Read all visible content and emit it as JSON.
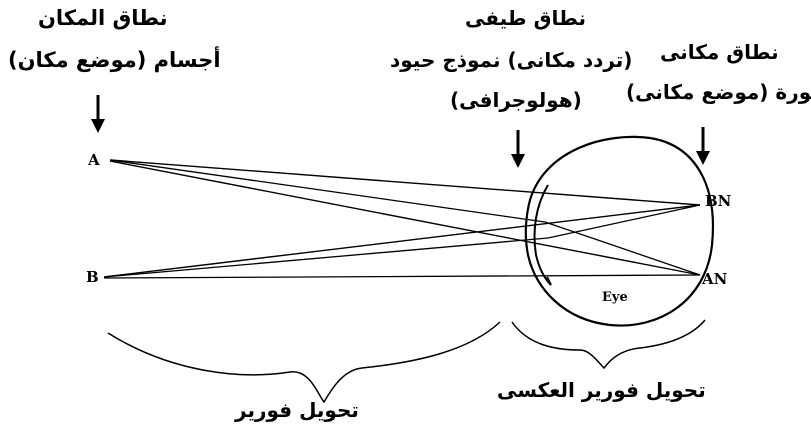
{
  "labels": {
    "object_domain_title": "نطاق المكان",
    "object_domain_sub": "أجسام (موضع مكان)",
    "spectral_domain_title": "نطاق طيفى",
    "spectral_domain_line2": "(تردد مكانى) نموذج حيود",
    "spectral_domain_line3": "(هولوجرافى)",
    "image_domain_title": "نطاق مكانى",
    "image_domain_sub": "صورة (موضع مكانى)",
    "fourier": "تحويل فورير",
    "inverse_fourier": "تحويل فورير العكسى"
  },
  "points": {
    "a": "A",
    "b": "B",
    "an": "AN",
    "bn": "BN",
    "eye": "Eye"
  }
}
